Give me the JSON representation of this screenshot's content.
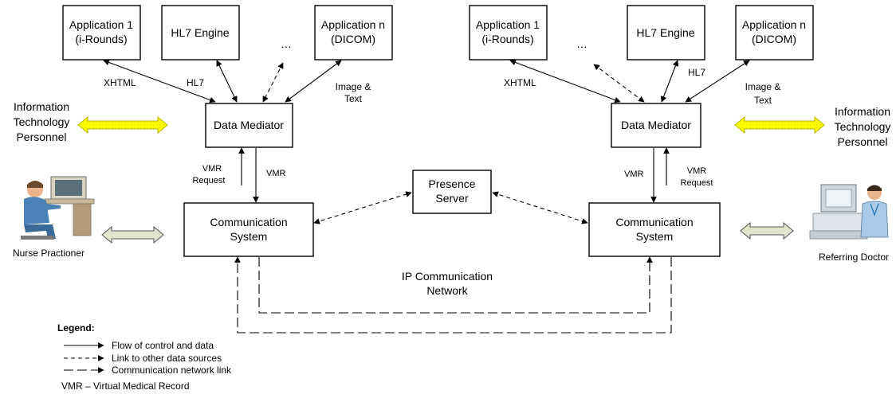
{
  "left": {
    "app1": [
      "Application 1",
      "(i-Rounds)"
    ],
    "hl7_engine": "HL7 Engine",
    "ellipsis": "…",
    "appn": [
      "Application n",
      "(DICOM)"
    ],
    "label_xhtml": "XHTML",
    "label_hl7": "HL7",
    "label_image_text": [
      "Image &",
      "Text"
    ],
    "data_mediator": "Data Mediator",
    "it_personnel": [
      "Information",
      "Technology",
      "Personnel"
    ],
    "vmr_request": [
      "VMR",
      "Request"
    ],
    "vmr": "VMR",
    "comm_system": [
      "Communication",
      "System"
    ],
    "user_label": "Nurse Practioner"
  },
  "right": {
    "app1": [
      "Application 1",
      "(i-Rounds)"
    ],
    "hl7_engine": "HL7 Engine",
    "ellipsis": "…",
    "appn": [
      "Application n",
      "(DICOM)"
    ],
    "label_xhtml": "XHTML",
    "label_hl7": "HL7",
    "label_image_text": [
      "Image &",
      "Text"
    ],
    "data_mediator": "Data Mediator",
    "it_personnel": [
      "Information",
      "Technology",
      "Personnel"
    ],
    "vmr_request": [
      "VMR",
      "Request"
    ],
    "vmr": "VMR",
    "comm_system": [
      "Communication",
      "System"
    ],
    "user_label": "Referring Doctor"
  },
  "presence_server": [
    "Presence",
    "Server"
  ],
  "ip_network": [
    "IP Communication",
    "Network"
  ],
  "legend": {
    "title": "Legend:",
    "items": [
      "Flow of control and data",
      "Link to other data sources",
      "Communication network link"
    ],
    "vmr_def": "VMR – Virtual Medical Record"
  },
  "colors": {
    "it_arrow_fill": "#ffff00",
    "user_arrow_fill": "#e0e6cc",
    "clipart_body": "#4b82b5",
    "clipart_skin": "#e9b489"
  }
}
